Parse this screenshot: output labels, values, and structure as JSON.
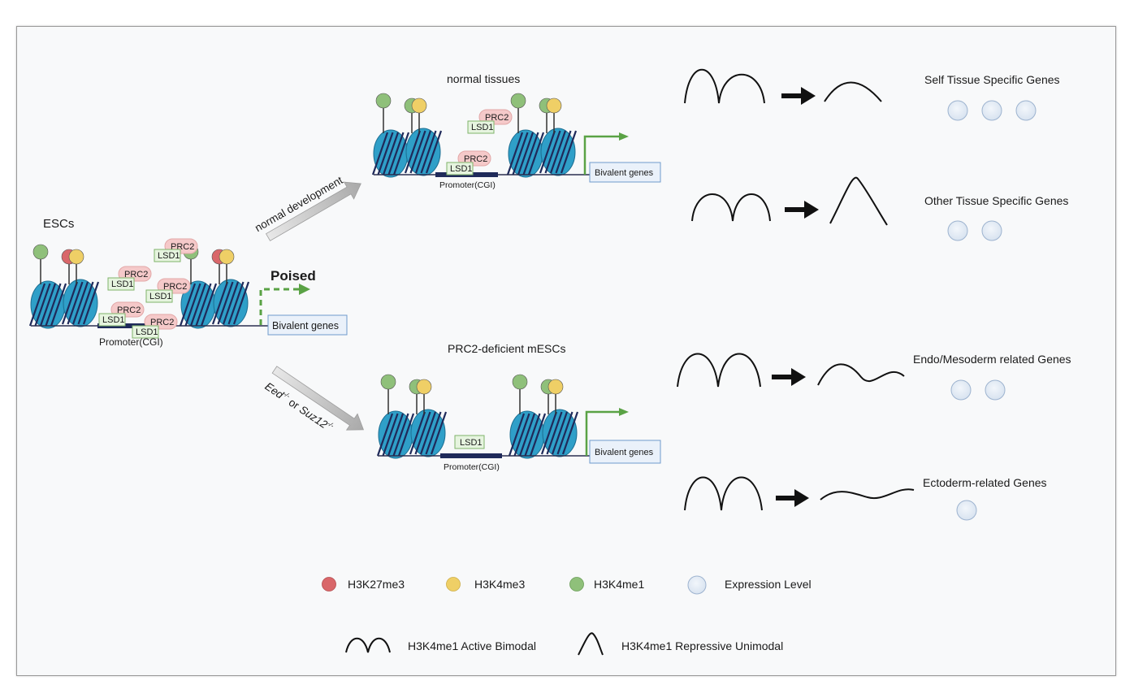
{
  "esc": {
    "title": "ESCs",
    "poised": "Poised",
    "promoter": "Promoter(CGI)",
    "bivalent": "Bivalent genes",
    "prc2": "PRC2",
    "lsd1": "LSD1"
  },
  "arrows": {
    "normal_development": "normal development",
    "knockout_1": "Eed",
    "knockout_sup1": "-/-",
    "knockout_or": " or ",
    "knockout_2": "Suz12",
    "knockout_sup2": "-/-"
  },
  "normal": {
    "title": "normal tissues",
    "promoter": "Promoter(CGI)",
    "bivalent": "Bivalent genes"
  },
  "deficient": {
    "title": "PRC2-deficient mESCs",
    "promoter": "Promoter(CGI)",
    "bivalent": "Bivalent genes"
  },
  "gene_groups": [
    {
      "label": "Self Tissue Specific Genes",
      "expression_level": 3
    },
    {
      "label": "Other Tissue Specific Genes",
      "expression_level": 2
    },
    {
      "label": "Endo/Mesoderm related Genes",
      "expression_level": 2
    },
    {
      "label": "Ectoderm-related Genes",
      "expression_level": 1
    }
  ],
  "legend": {
    "h3k27me3": "H3K27me3",
    "h3k4me3": "H3K4me3",
    "h3k4me1": "H3K4me1",
    "expression": "Expression Level",
    "bimodal": "H3K4me1 Active Bimodal",
    "unimodal": "H3K4me1 Repressive Unimodal"
  },
  "colors": {
    "h3k27me3": "#d9676a",
    "h3k4me3": "#efcf66",
    "h3k4me1": "#8fc07a",
    "nucleosome": "#2f9fc8",
    "dna": "#1f2a5a",
    "prc2_fill": "#f5c9c9",
    "lsd1_fill": "#e6f4df",
    "activation": "#5aa245",
    "expression_fill": "#e3ecf7"
  }
}
